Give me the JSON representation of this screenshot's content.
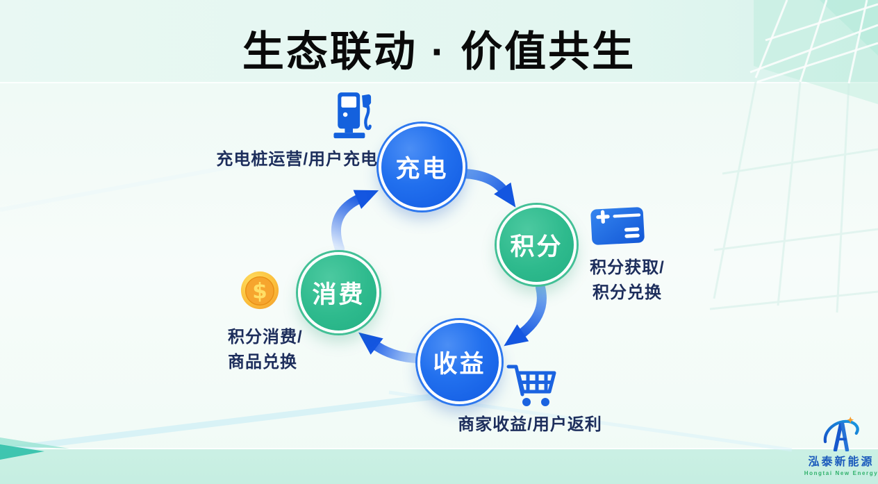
{
  "slide": {
    "title": "生态联动 · 价值共生"
  },
  "cycle": {
    "nodes": [
      {
        "id": "charging",
        "label": "充电",
        "color": "#1b63ea"
      },
      {
        "id": "points",
        "label": "积分",
        "color": "#2cba8e"
      },
      {
        "id": "revenue",
        "label": "收益",
        "color": "#1b63ea"
      },
      {
        "id": "consumption",
        "label": "消费",
        "color": "#2cba8e"
      }
    ],
    "captions": {
      "charging": "充电桩运营/用户充电",
      "points": [
        "积分获取/",
        "积分兑换"
      ],
      "revenue": "商家收益/用户返利",
      "consumption": [
        "积分消费/",
        "商品兑换"
      ]
    },
    "icons": [
      "ev-charger-icon",
      "points-card-icon",
      "shopping-cart-icon",
      "coin-icon"
    ]
  },
  "logo": {
    "name_zh": "泓泰新能源",
    "name_en": "Hongtai New Energy"
  },
  "colors": {
    "node_blue": "#1b63ea",
    "node_green": "#2cba8e",
    "arrow_blue": "#1456e0",
    "caption_text": "#1d2e5c",
    "title_text": "#0a0a0a",
    "coin_gold": "#f7a82a",
    "logo_blue": "#1b5bbc",
    "logo_green": "#2eb06a"
  }
}
